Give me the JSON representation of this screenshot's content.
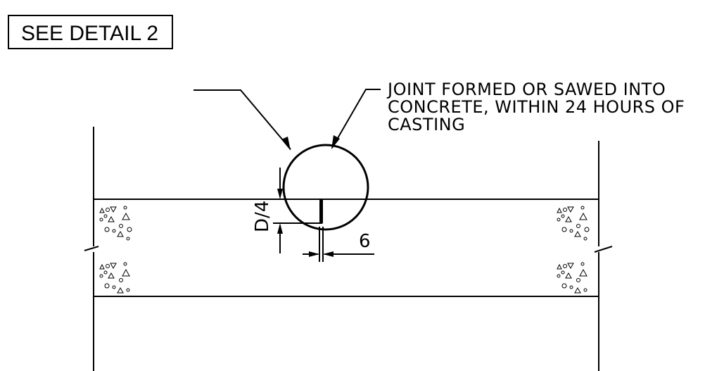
{
  "detail_reference": {
    "label": "SEE DETAIL 2"
  },
  "joint_note": {
    "line1": "JOINT FORMED OR SAWED INTO",
    "line2": "CONCRETE, WITHIN 24 HOURS OF",
    "line3": "CASTING"
  },
  "dimensions": {
    "depth_label": "D/4",
    "width_label": "6"
  }
}
